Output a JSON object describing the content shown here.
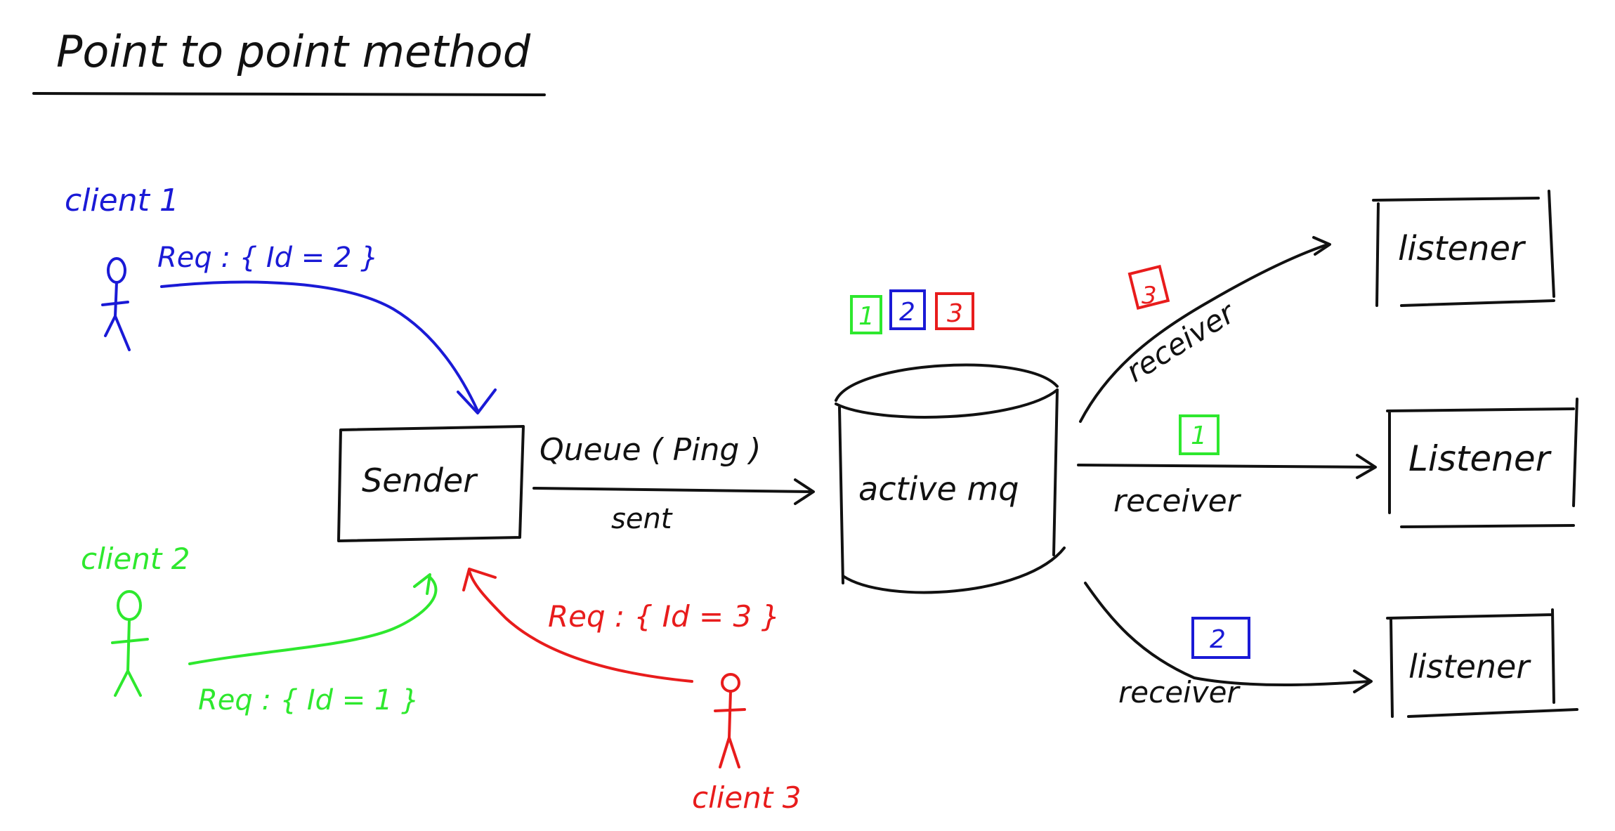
{
  "title": "Point to point method",
  "colors": {
    "black": "#111111",
    "blue": "#1a1ad6",
    "green": "#2ee82e",
    "red": "#e81c1c"
  },
  "clients": [
    {
      "label": "client 1",
      "request": "Req : { Id = 2 }",
      "icon": "stick-figure-icon"
    },
    {
      "label": "client 2",
      "request": "Req : { Id = 1 }",
      "icon": "stick-figure-icon"
    },
    {
      "label": "client 3",
      "request": "Req : { Id = 3 }",
      "icon": "stick-figure-icon"
    }
  ],
  "sender": {
    "label": "Sender"
  },
  "link": {
    "top": "Queue ( Ping )",
    "bottom": "sent"
  },
  "broker": {
    "label": "active mq",
    "icon": "database-cylinder-icon",
    "queue_items": [
      "1",
      "2",
      "3"
    ]
  },
  "routes": [
    {
      "label": "receiver",
      "message": "3",
      "listener": "listener"
    },
    {
      "label": "receiver",
      "message": "1",
      "listener": "Listener"
    },
    {
      "label": "receiver",
      "message": "2",
      "listener": "listener"
    }
  ]
}
